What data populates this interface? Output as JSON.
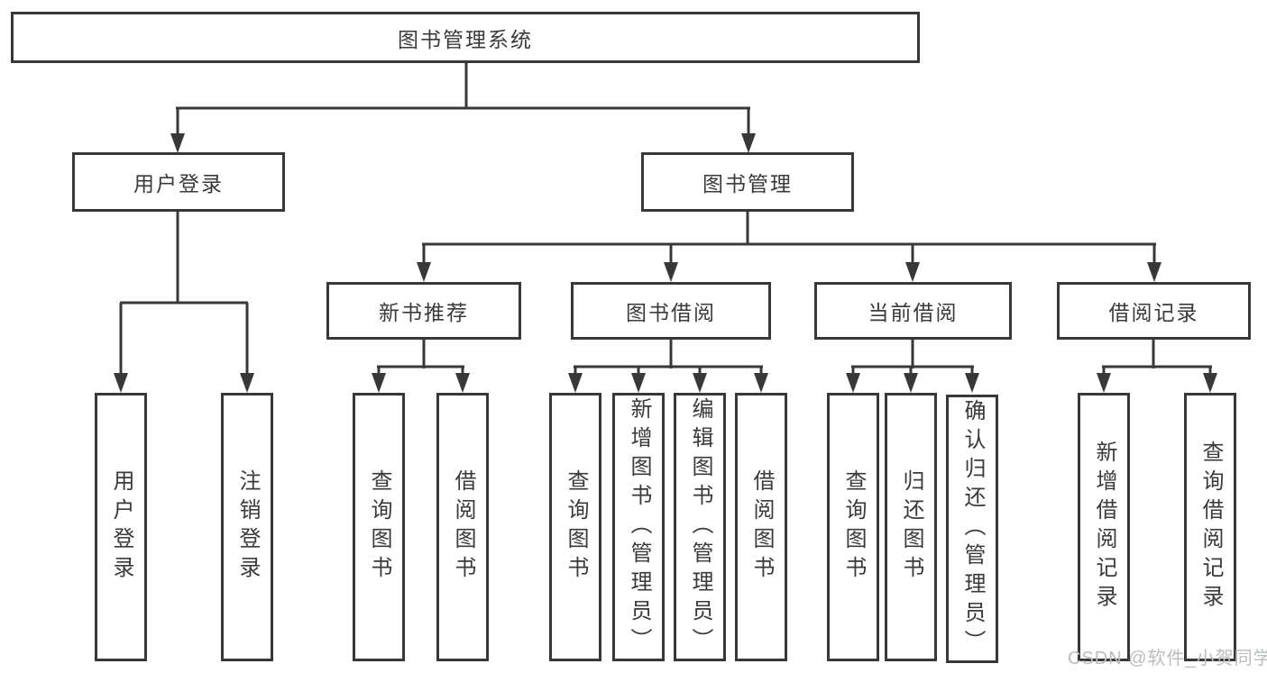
{
  "nodes": {
    "root": "图书管理系统",
    "level2": [
      "用户登录",
      "图书管理"
    ],
    "level3": [
      "新书推荐",
      "图书借阅",
      "当前借阅",
      "借阅记录"
    ],
    "leaves": {
      "login": [
        "用户登录",
        "注销登录"
      ],
      "recommend": [
        "查询图书",
        "借阅图书"
      ],
      "borrow": [
        "查询图书",
        "新增图书（管理员）",
        "编辑图书（管理员）",
        "借阅图书"
      ],
      "current": [
        "查询图书",
        "归还图书",
        "确认归还（管理员）"
      ],
      "records": [
        "新增借阅记录",
        "查询借阅记录"
      ]
    }
  },
  "watermark": "CSDN @软件_小贺同学",
  "colors": {
    "line": "#383838",
    "text": "#3a3a3a",
    "watermark_text": "#b9bdbd",
    "background": "#ffffff"
  }
}
